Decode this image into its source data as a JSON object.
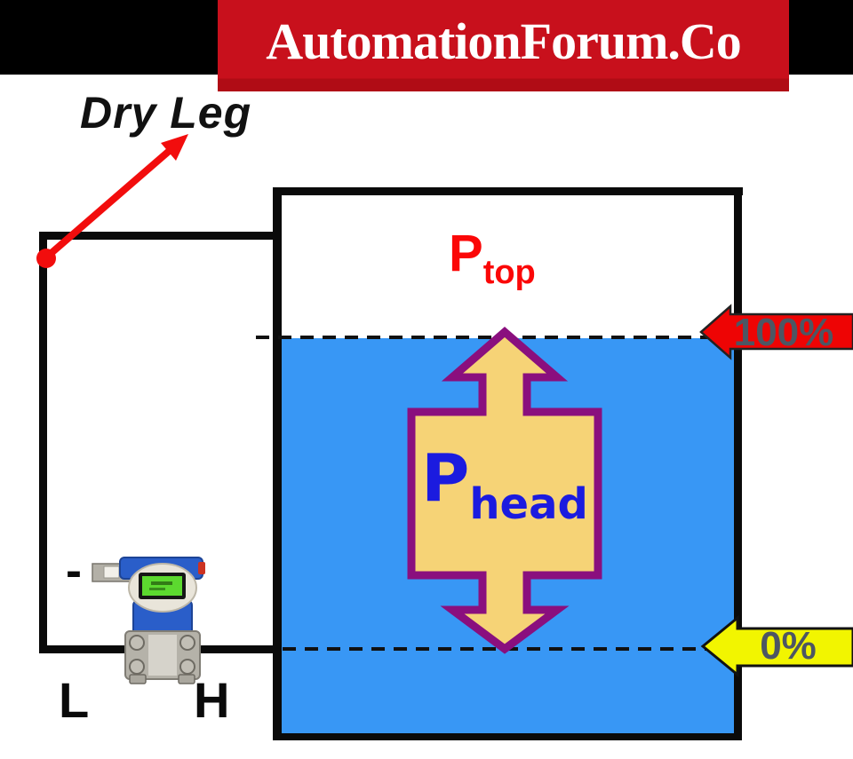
{
  "banner": {
    "title": "AutomationForum.Co"
  },
  "labels": {
    "dry_leg": "Dry Leg",
    "p_top_base": "P",
    "p_top_sub": "top",
    "p_head_base": "P",
    "p_head_sub": "head",
    "level_100": "100%",
    "level_0": "0%",
    "port_low": "L",
    "port_high": "H",
    "low_side_sign": "-"
  },
  "colors": {
    "banner_bg": "#c8101c",
    "banner_bg_dark": "#b00c15",
    "banner_text": "#ffffff",
    "liquid": "#3897f5",
    "arrow_red": "#ee0404",
    "arrow_yellow": "#f2f500",
    "head_fill": "#f6d376",
    "head_border": "#8a0f7e",
    "p_top": "#fb0707",
    "p_head_text": "#1b1bdf",
    "percent_text": "#4d5663",
    "pointer_red": "#f20d0d",
    "line_black": "#0a0a0a",
    "transmitter_blue": "#2a5ec9",
    "screen_green": "#5cd92f"
  }
}
